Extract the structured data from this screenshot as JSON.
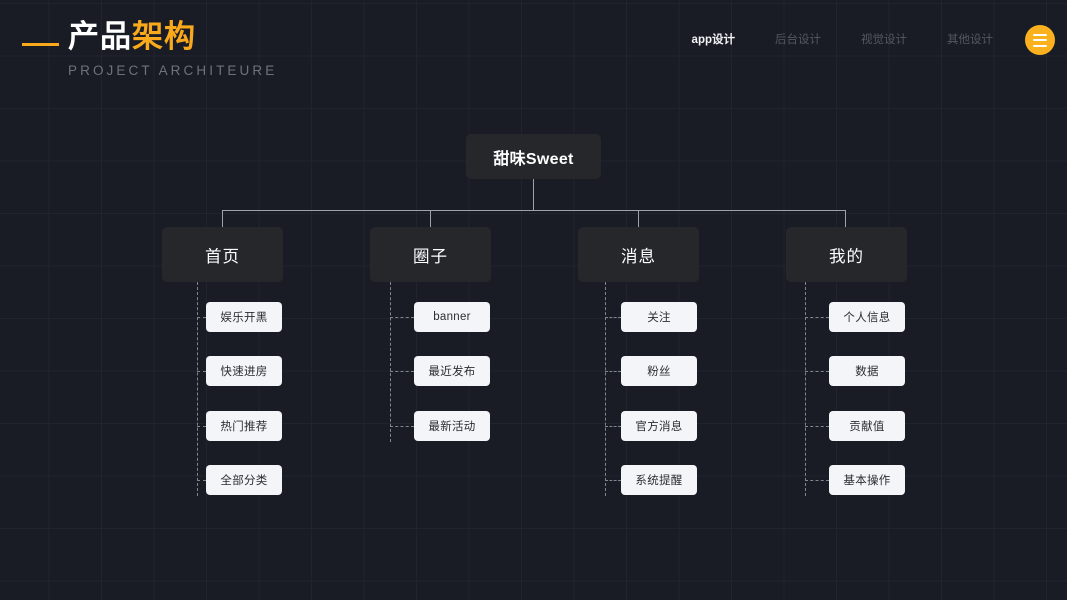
{
  "header": {
    "accent_color": "#f9a91b",
    "title_primary": "产品",
    "title_accent": "架构",
    "subtitle": "PROJECT ARCHITEURE"
  },
  "topnav": {
    "items": [
      {
        "label": "app设计",
        "active": true
      },
      {
        "label": "后台设计",
        "active": false
      },
      {
        "label": "视觉设计",
        "active": false
      },
      {
        "label": "其他设计",
        "active": false
      }
    ],
    "menu_button": "menu-icon"
  },
  "tree": {
    "root": {
      "label": "甜味Sweet"
    },
    "branches": [
      {
        "label": "首页",
        "children": [
          {
            "label": "娱乐开黑"
          },
          {
            "label": "快速进房"
          },
          {
            "label": "热门推荐"
          },
          {
            "label": "全部分类"
          }
        ]
      },
      {
        "label": "圈子",
        "children": [
          {
            "label": "banner"
          },
          {
            "label": "最近发布"
          },
          {
            "label": "最新活动"
          }
        ]
      },
      {
        "label": "消息",
        "children": [
          {
            "label": "关注"
          },
          {
            "label": "粉丝"
          },
          {
            "label": "官方消息"
          },
          {
            "label": "系统提醒"
          }
        ]
      },
      {
        "label": "我的",
        "children": [
          {
            "label": "个人信息"
          },
          {
            "label": "数据"
          },
          {
            "label": "贡献值"
          },
          {
            "label": "基本操作"
          }
        ]
      }
    ]
  },
  "colors": {
    "background": "#191c25",
    "grid_line": "#21242e",
    "node_dark": "#26272b",
    "node_light": "#f4f5f8",
    "accent": "#f9a91b",
    "connector": "#9ea2ab"
  }
}
